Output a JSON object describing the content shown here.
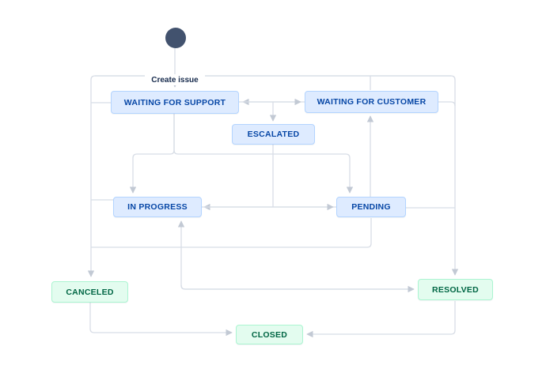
{
  "diagram": {
    "start_node": {
      "label": "Create issue"
    },
    "statuses": {
      "waiting_for_support": {
        "label": "WAITING FOR SUPPORT",
        "category": "blue"
      },
      "waiting_for_customer": {
        "label": "WAITING FOR CUSTOMER",
        "category": "blue"
      },
      "escalated": {
        "label": "ESCALATED",
        "category": "blue"
      },
      "in_progress": {
        "label": "IN PROGRESS",
        "category": "blue"
      },
      "pending": {
        "label": "PENDING",
        "category": "blue"
      },
      "canceled": {
        "label": "CANCELED",
        "category": "green"
      },
      "resolved": {
        "label": "RESOLVED",
        "category": "green"
      },
      "closed": {
        "label": "CLOSED",
        "category": "green"
      }
    },
    "colors": {
      "status_blue_bg": "#deebff",
      "status_blue_border": "#b3d4ff",
      "status_blue_text": "#0747a6",
      "status_green_bg": "#e3fcef",
      "status_green_border": "#abf5d1",
      "status_green_text": "#006644",
      "start_node_fill": "#42526e",
      "connector_line": "#d8dde6",
      "connector_arrow": "#c2c9d4",
      "label_text": "#172b4d",
      "background": "#ffffff"
    }
  }
}
